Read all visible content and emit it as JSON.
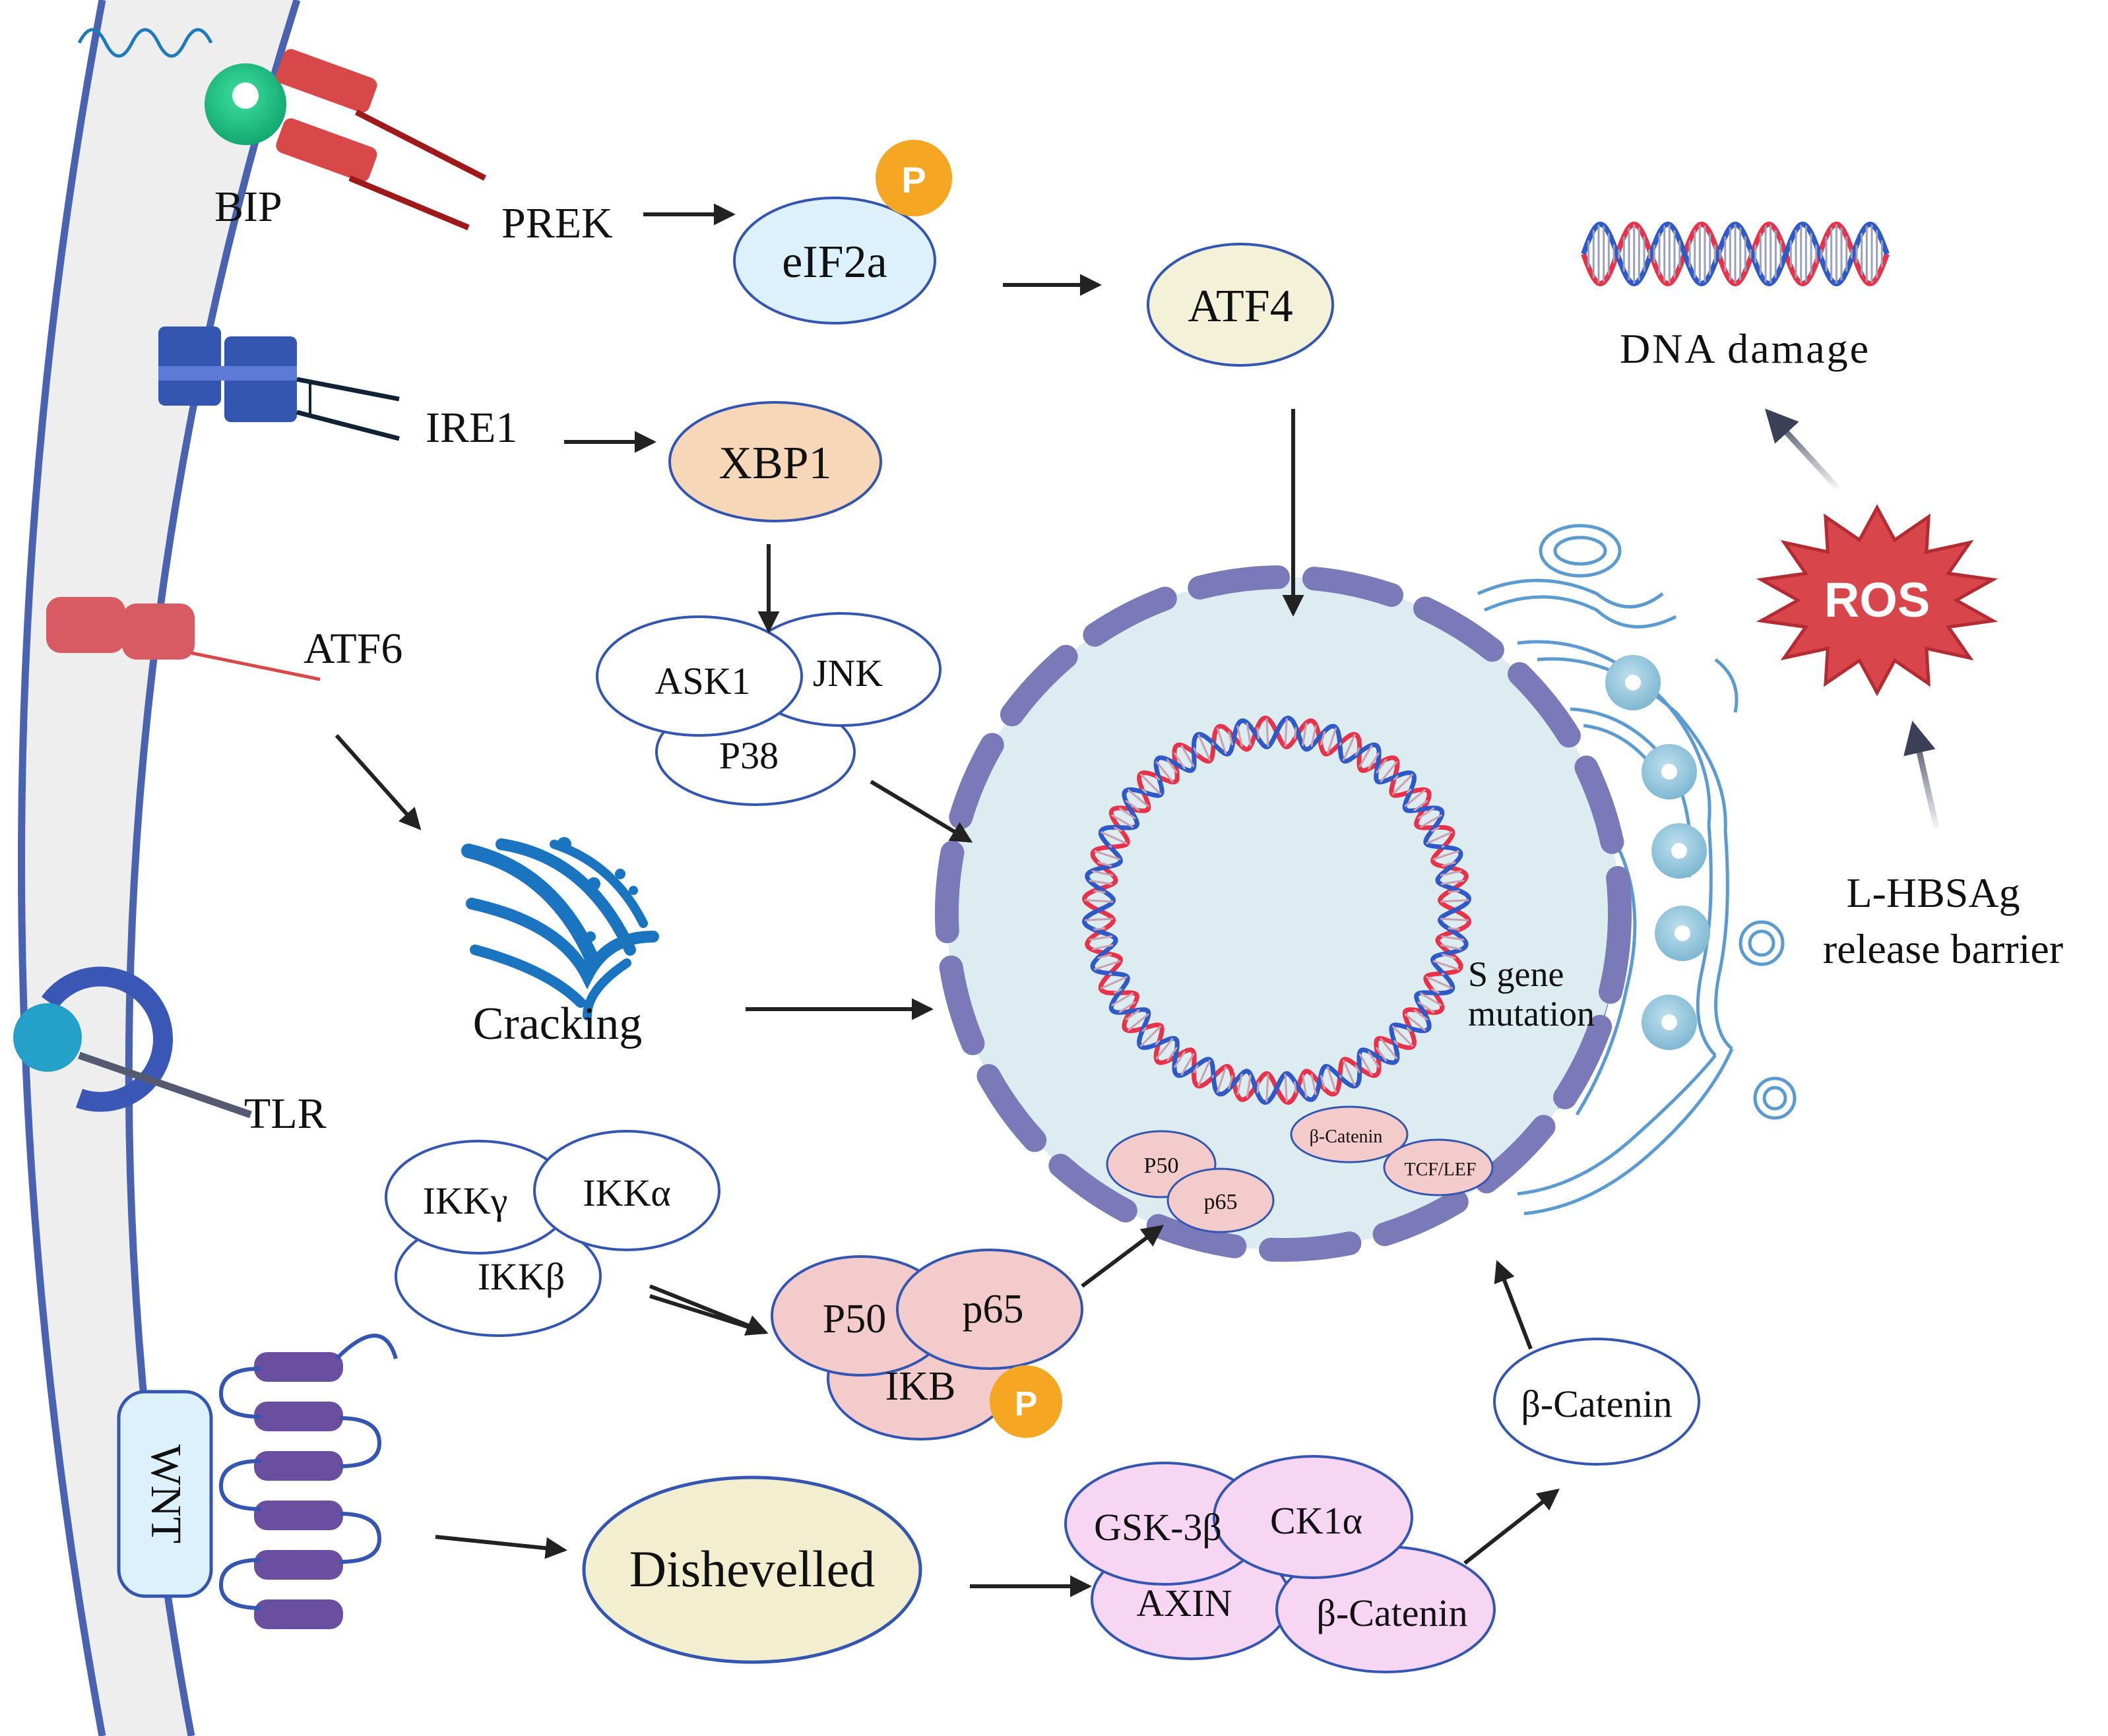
{
  "colors": {
    "membrane": "#4a63b0",
    "membrane_fill": "#eeeeef",
    "nucleus_fill": "#dcecf1",
    "nucleus_border": "#7a7ab8",
    "dna_red": "#e8324a",
    "dna_blue": "#2e59c6",
    "arrow": "#222222",
    "ros_fill": "#d8454b",
    "phospho": "#f5a623",
    "eif2a_fill": "#dcf1fb",
    "atf4_fill": "#f3f1d8",
    "xbp1_fill": "#f6d8b9",
    "nfkb_fill": "#f3cbcb",
    "wnt_complex_fill": "#f6d6f3",
    "dishevelled_fill": "#f2efd0",
    "golgi_blue": "#1a74c0",
    "er_blue": "#5b9bd0",
    "receptor_red": "#d94848",
    "receptor_blue": "#3456b0",
    "receptor_purple": "#6a4ea0",
    "bip_green": "#1dbf83",
    "tlr_teal": "#25a0c8"
  },
  "icons": {
    "dna_helix": "dna-helix-icon",
    "golgi": "golgi-icon",
    "ros": "starburst-icon",
    "phosphate": "phosphate-icon"
  },
  "labels": {
    "bip": "BIP",
    "prek": "PREK",
    "ire1": "IRE1",
    "atf6": "ATF6",
    "tlr": "TLR",
    "wnt": "WNT",
    "eif2a": "eIF2a",
    "phospho_eif2a": "P",
    "atf4": "ATF4",
    "xbp1": "XBP1",
    "ask1": "ASK1",
    "jnk": "JNK",
    "p38": "P38",
    "cracking": "Cracking",
    "ikk_gamma": "IKKγ",
    "ikk_alpha": "IKKα",
    "ikk_beta": "IKKβ",
    "p50": "P50",
    "p65": "p65",
    "ikb": "IKB",
    "phospho_ikb": "P",
    "nuc_p50": "P50",
    "nuc_p65": "p65",
    "nuc_beta_catenin": "β-Catenin",
    "nuc_tcf_lef": "TCF/LEF",
    "dishevelled": "Dishevelled",
    "gsk3b": "GSK-3β",
    "ck1a": "CK1α",
    "axin": "AXIN",
    "complex_beta_catenin": "β-Catenin",
    "free_beta_catenin": "β-Catenin",
    "s_gene_line1": "S gene",
    "s_gene_line2": "mutation",
    "dna_damage": "DNA damage",
    "ros": "ROS",
    "lhbsag_line1": "L-HBSAg",
    "lhbsag_line2": "release barrier"
  }
}
